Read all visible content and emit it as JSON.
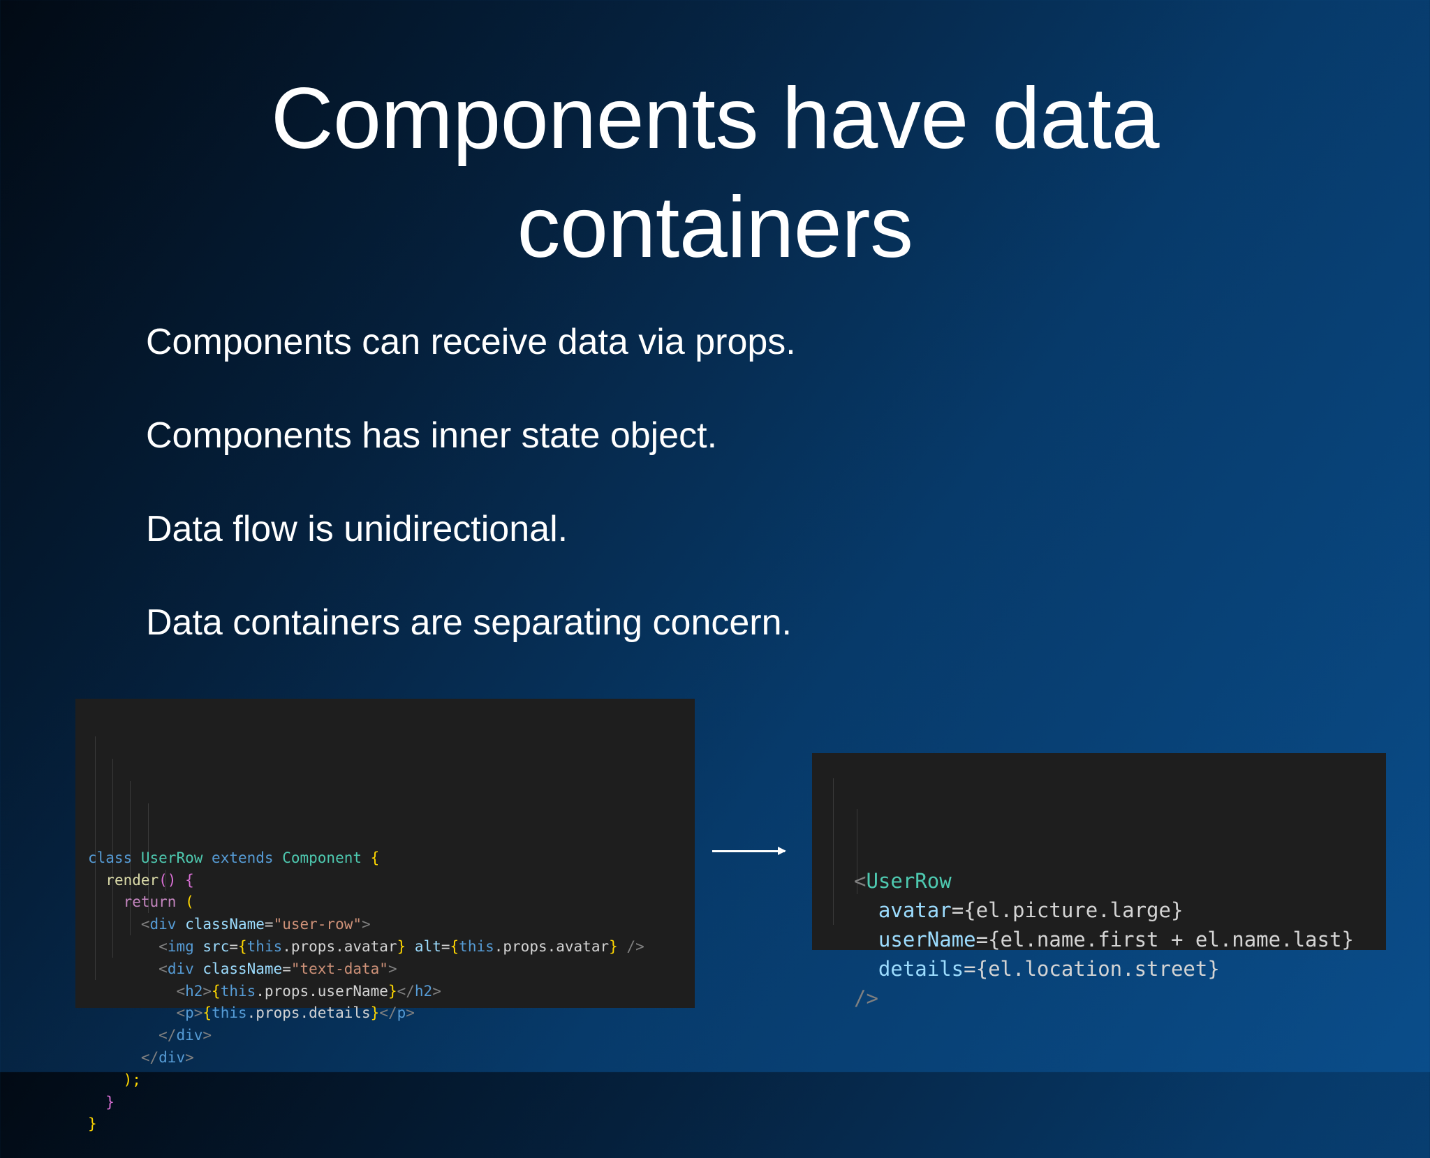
{
  "slide": {
    "title_line1": "Components have data",
    "title_line2": "containers",
    "bullets": [
      "Components can receive data via props.",
      "Components has inner state object.",
      "Data flow is unidirectional.",
      "Data containers are separating concern."
    ],
    "colors": {
      "background_start": "#020a14",
      "background_end": "#0a4d8a",
      "text": "#ffffff",
      "code_background": "#1e1e1e"
    }
  },
  "code_left": {
    "language": "jsx",
    "tokens": {
      "l1_class": "class",
      "l1_name": "UserRow",
      "l1_extends": "extends",
      "l1_base": "Component",
      "l1_brace": "{",
      "l2_render": "render",
      "l2_parens": "()",
      "l2_brace": "{",
      "l3_return": "return",
      "l3_paren": "(",
      "l4_open": "<",
      "l4_tag": "div",
      "l4_attr": "className",
      "l4_eq": "=",
      "l4_val": "\"user-row\"",
      "l4_close": ">",
      "l5_open": "<",
      "l5_tag": "img",
      "l5_attr1": "src",
      "l5_eq1": "=",
      "l5_b1o": "{",
      "l5_this1": "this",
      "l5_expr1": ".props.avatar",
      "l5_b1c": "}",
      "l5_attr2": "alt",
      "l5_eq2": "=",
      "l5_b2o": "{",
      "l5_this2": "this",
      "l5_expr2": ".props.avatar",
      "l5_b2c": "}",
      "l5_close": "/>",
      "l6_open": "<",
      "l6_tag": "div",
      "l6_attr": "className",
      "l6_eq": "=",
      "l6_val": "\"text-data\"",
      "l6_close": ">",
      "l7_open": "<",
      "l7_tag": "h2",
      "l7_gt": ">",
      "l7_bo": "{",
      "l7_this": "this",
      "l7_expr": ".props.userName",
      "l7_bc": "}",
      "l7_end_open": "</",
      "l7_end_tag": "h2",
      "l7_end_gt": ">",
      "l8_open": "<",
      "l8_tag": "p",
      "l8_gt": ">",
      "l8_bo": "{",
      "l8_this": "this",
      "l8_expr": ".props.details",
      "l8_bc": "}",
      "l8_end_open": "</",
      "l8_end_tag": "p",
      "l8_end_gt": ">",
      "l9_open": "</",
      "l9_tag": "div",
      "l9_gt": ">",
      "l10_open": "</",
      "l10_tag": "div",
      "l10_gt": ">",
      "l11": ");",
      "l12": "}",
      "l13": "}"
    }
  },
  "code_right": {
    "language": "jsx",
    "tokens": {
      "l1_open": "<",
      "l1_comp": "UserRow",
      "l2_attr": "avatar",
      "l2_eq": "=",
      "l2_expr": "{el.picture.large}",
      "l3_attr": "userName",
      "l3_eq": "=",
      "l3_expr": "{el.name.first + el.name.last}",
      "l4_attr": "details",
      "l4_eq": "=",
      "l4_expr": "{el.location.street}",
      "l5_close": "/>"
    }
  },
  "arrow": {
    "direction": "right"
  }
}
